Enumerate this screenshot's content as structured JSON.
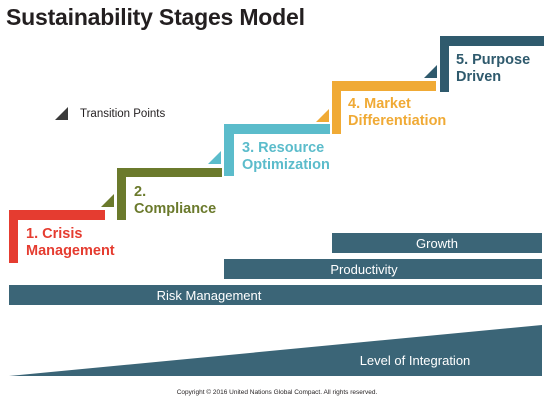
{
  "title": "Sustainability Stages Model",
  "legend": {
    "label": "Transition Points",
    "icon": "triangle-marker-icon"
  },
  "stages": [
    {
      "num": "1.",
      "name_line1": "Crisis",
      "name_line2": "Management",
      "color": "#e53c30"
    },
    {
      "num": "2.",
      "name_line1": "",
      "name_line2": "Compliance",
      "color": "#6b7a2c"
    },
    {
      "num": "3.",
      "name_line1": "Resource",
      "name_line2": "Optimization",
      "color": "#5bbccb"
    },
    {
      "num": "4.",
      "name_line1": "Market",
      "name_line2": "Differentiation",
      "color": "#f0aa35"
    },
    {
      "num": "5.",
      "name_line1": "Purpose",
      "name_line2": "Driven",
      "color": "#2f5a6d"
    }
  ],
  "bars": {
    "growth": "Growth",
    "productivity": "Productivity",
    "risk": "Risk Management",
    "color": "#3b6577"
  },
  "integration": {
    "label": "Level of Integration"
  },
  "copyright": "Copyright © 2016 United Nations Global Compact. All rights reserved."
}
